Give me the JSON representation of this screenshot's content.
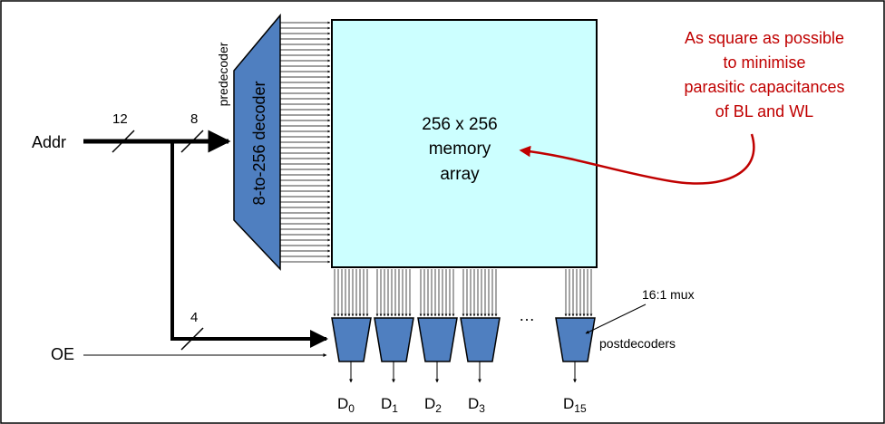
{
  "labels": {
    "addr": "Addr",
    "oe": "OE",
    "bus_addr_width": "12",
    "bus_predecoder_width": "8",
    "bus_postdecoder_width": "4",
    "predecoder_caption": "predecoder",
    "decoder_label": "8-to-256 decoder",
    "array_line1": "256 x 256",
    "array_line2": "memory",
    "array_line3": "array",
    "mux_label": "16:1 mux",
    "postdecoders_label": "postdecoders",
    "ellipsis": "…"
  },
  "outputs": [
    {
      "base": "D",
      "sub": "0"
    },
    {
      "base": "D",
      "sub": "1"
    },
    {
      "base": "D",
      "sub": "2"
    },
    {
      "base": "D",
      "sub": "3"
    },
    {
      "base": "D",
      "sub": "15"
    }
  ],
  "annotation": {
    "lines": [
      "As square as possible",
      "to minimise",
      "parasitic capacitances",
      "of BL and WL"
    ]
  },
  "colors": {
    "array_fill": "#ccffff",
    "decoder_fill": "#4f7fc0",
    "annotation": "#c00000",
    "line": "#000000"
  }
}
